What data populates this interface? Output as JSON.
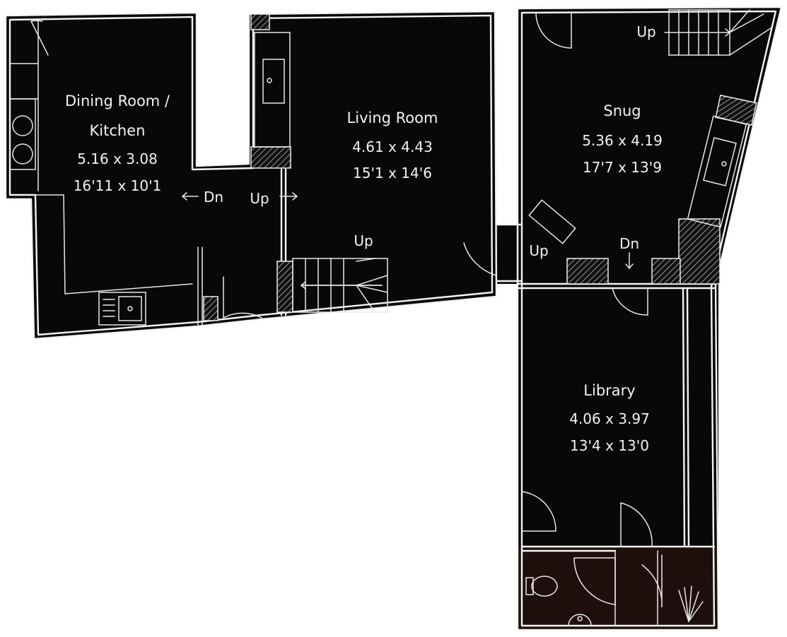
{
  "rooms": {
    "dining": {
      "name_line1": "Dining Room /",
      "name_line2": "Kitchen",
      "metric": "5.16 x 3.08",
      "imperial": "16'11 x 10'1"
    },
    "living": {
      "name": "Living Room",
      "metric": "4.61 x 4.43",
      "imperial": "15'1 x 14'6"
    },
    "snug": {
      "name": "Snug",
      "metric": "5.36 x 4.19",
      "imperial": "17'7 x 13'9"
    },
    "library": {
      "name": "Library",
      "metric": "4.06 x 3.97",
      "imperial": "13'4 x 13'0"
    }
  },
  "stairs": {
    "dn_hall": "Dn",
    "up_hall": "Up",
    "up_living": "Up",
    "up_snug_top": "Up",
    "up_snug_step": "Up",
    "dn_snug": "Dn"
  },
  "colors": {
    "room_fill": "#080808",
    "bathroom_fill": "#1e0f0d",
    "line": "#f4f4f4"
  }
}
